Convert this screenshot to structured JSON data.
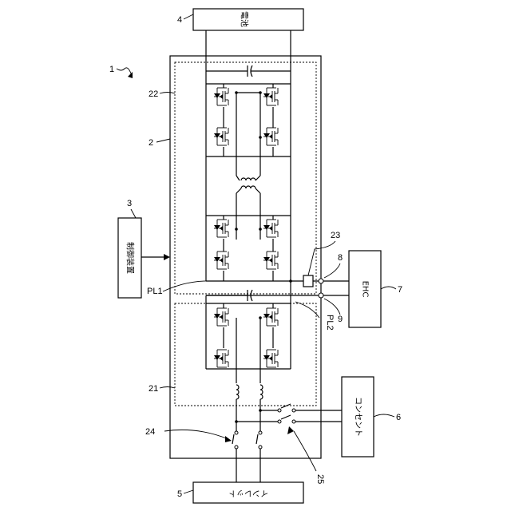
{
  "figure": {
    "system_ref": "1",
    "blocks": {
      "battery": {
        "ref": "4",
        "label": "電池"
      },
      "controller": {
        "ref": "3",
        "label": "制御装置"
      },
      "ehc": {
        "ref": "7",
        "label": "EHC"
      },
      "outlet": {
        "ref": "6",
        "label": "コンセント"
      },
      "inlet": {
        "ref": "5",
        "label": "インレット"
      }
    },
    "refs": {
      "charger": "2",
      "converter_top": "22",
      "converter_bottom": "21",
      "sensor": "23",
      "node_8": "8",
      "node_9": "9",
      "switch_24": "24",
      "switch_25": "25"
    },
    "lines": {
      "pl1": "PL1",
      "pl2": "PL2"
    }
  }
}
